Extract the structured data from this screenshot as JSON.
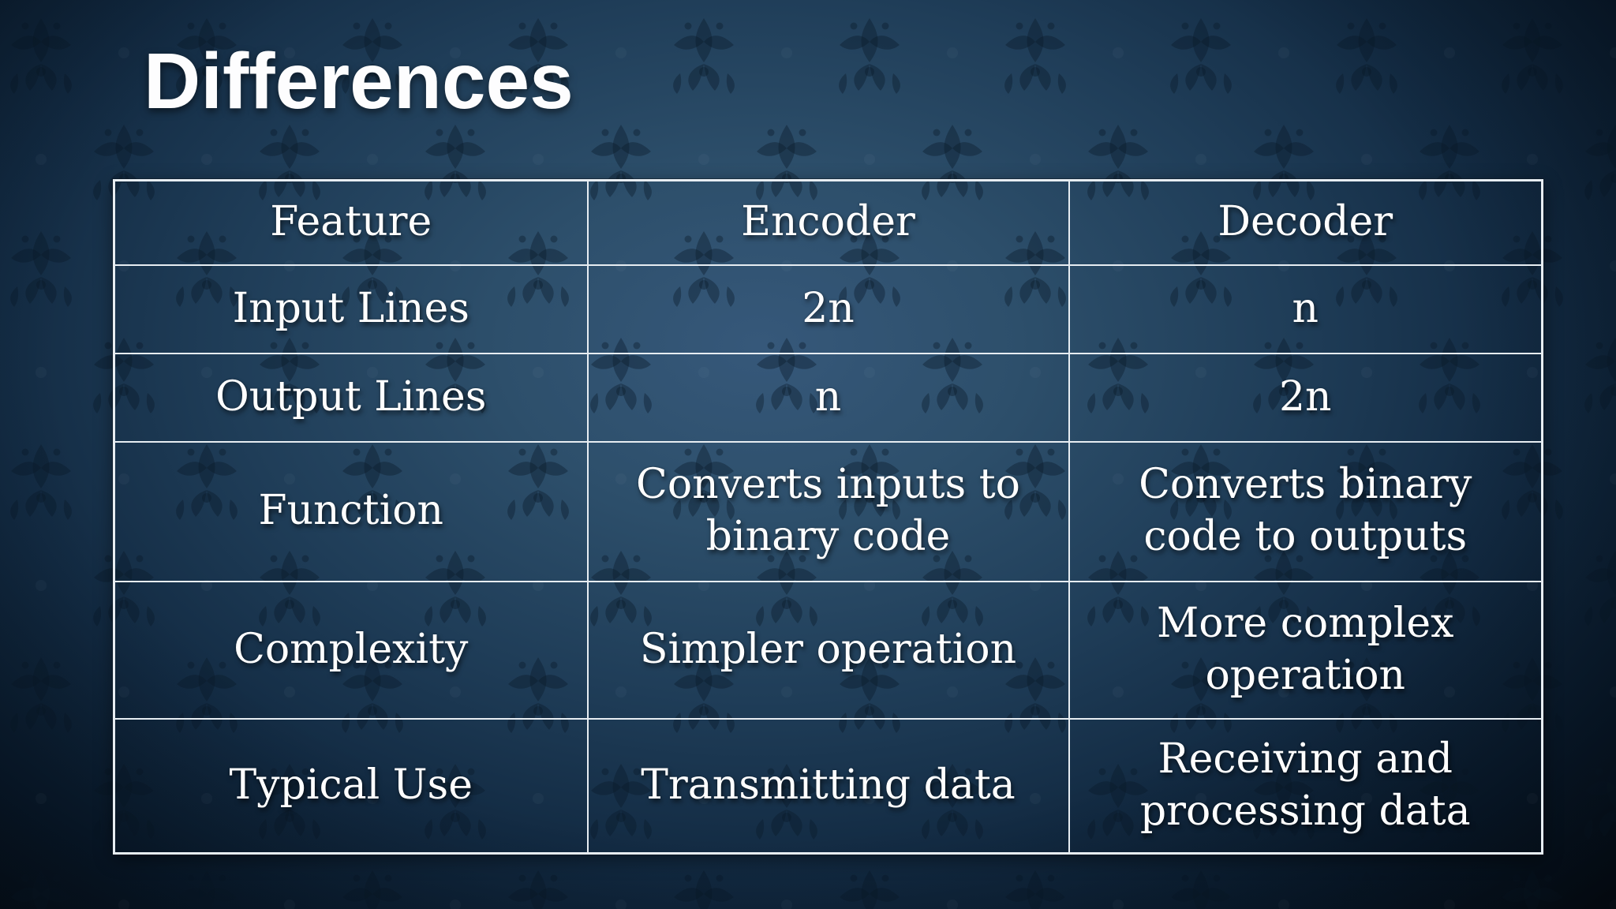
{
  "slide": {
    "title": "Differences",
    "background_colors": {
      "center_glow": "#36587a",
      "mid": "#1f3d58",
      "edge": "#050c15",
      "pattern_motif": "#071827"
    }
  },
  "table": {
    "border_color": "#e7edf2",
    "text_color": "#ffffff",
    "columns": [
      "Feature",
      "Encoder",
      "Decoder"
    ],
    "rows": [
      {
        "feature": "Input Lines",
        "encoder": "2n",
        "decoder": "n"
      },
      {
        "feature": "Output Lines",
        "encoder": "n",
        "decoder": "2n"
      },
      {
        "feature": "Function",
        "encoder": "Converts inputs to\nbinary code",
        "decoder": "Converts binary\ncode to outputs"
      },
      {
        "feature": "Complexity",
        "encoder": "Simpler operation",
        "decoder": "More complex\noperation"
      },
      {
        "feature": "Typical Use",
        "encoder": "Transmitting data",
        "decoder": "Receiving and\nprocessing data"
      }
    ]
  }
}
